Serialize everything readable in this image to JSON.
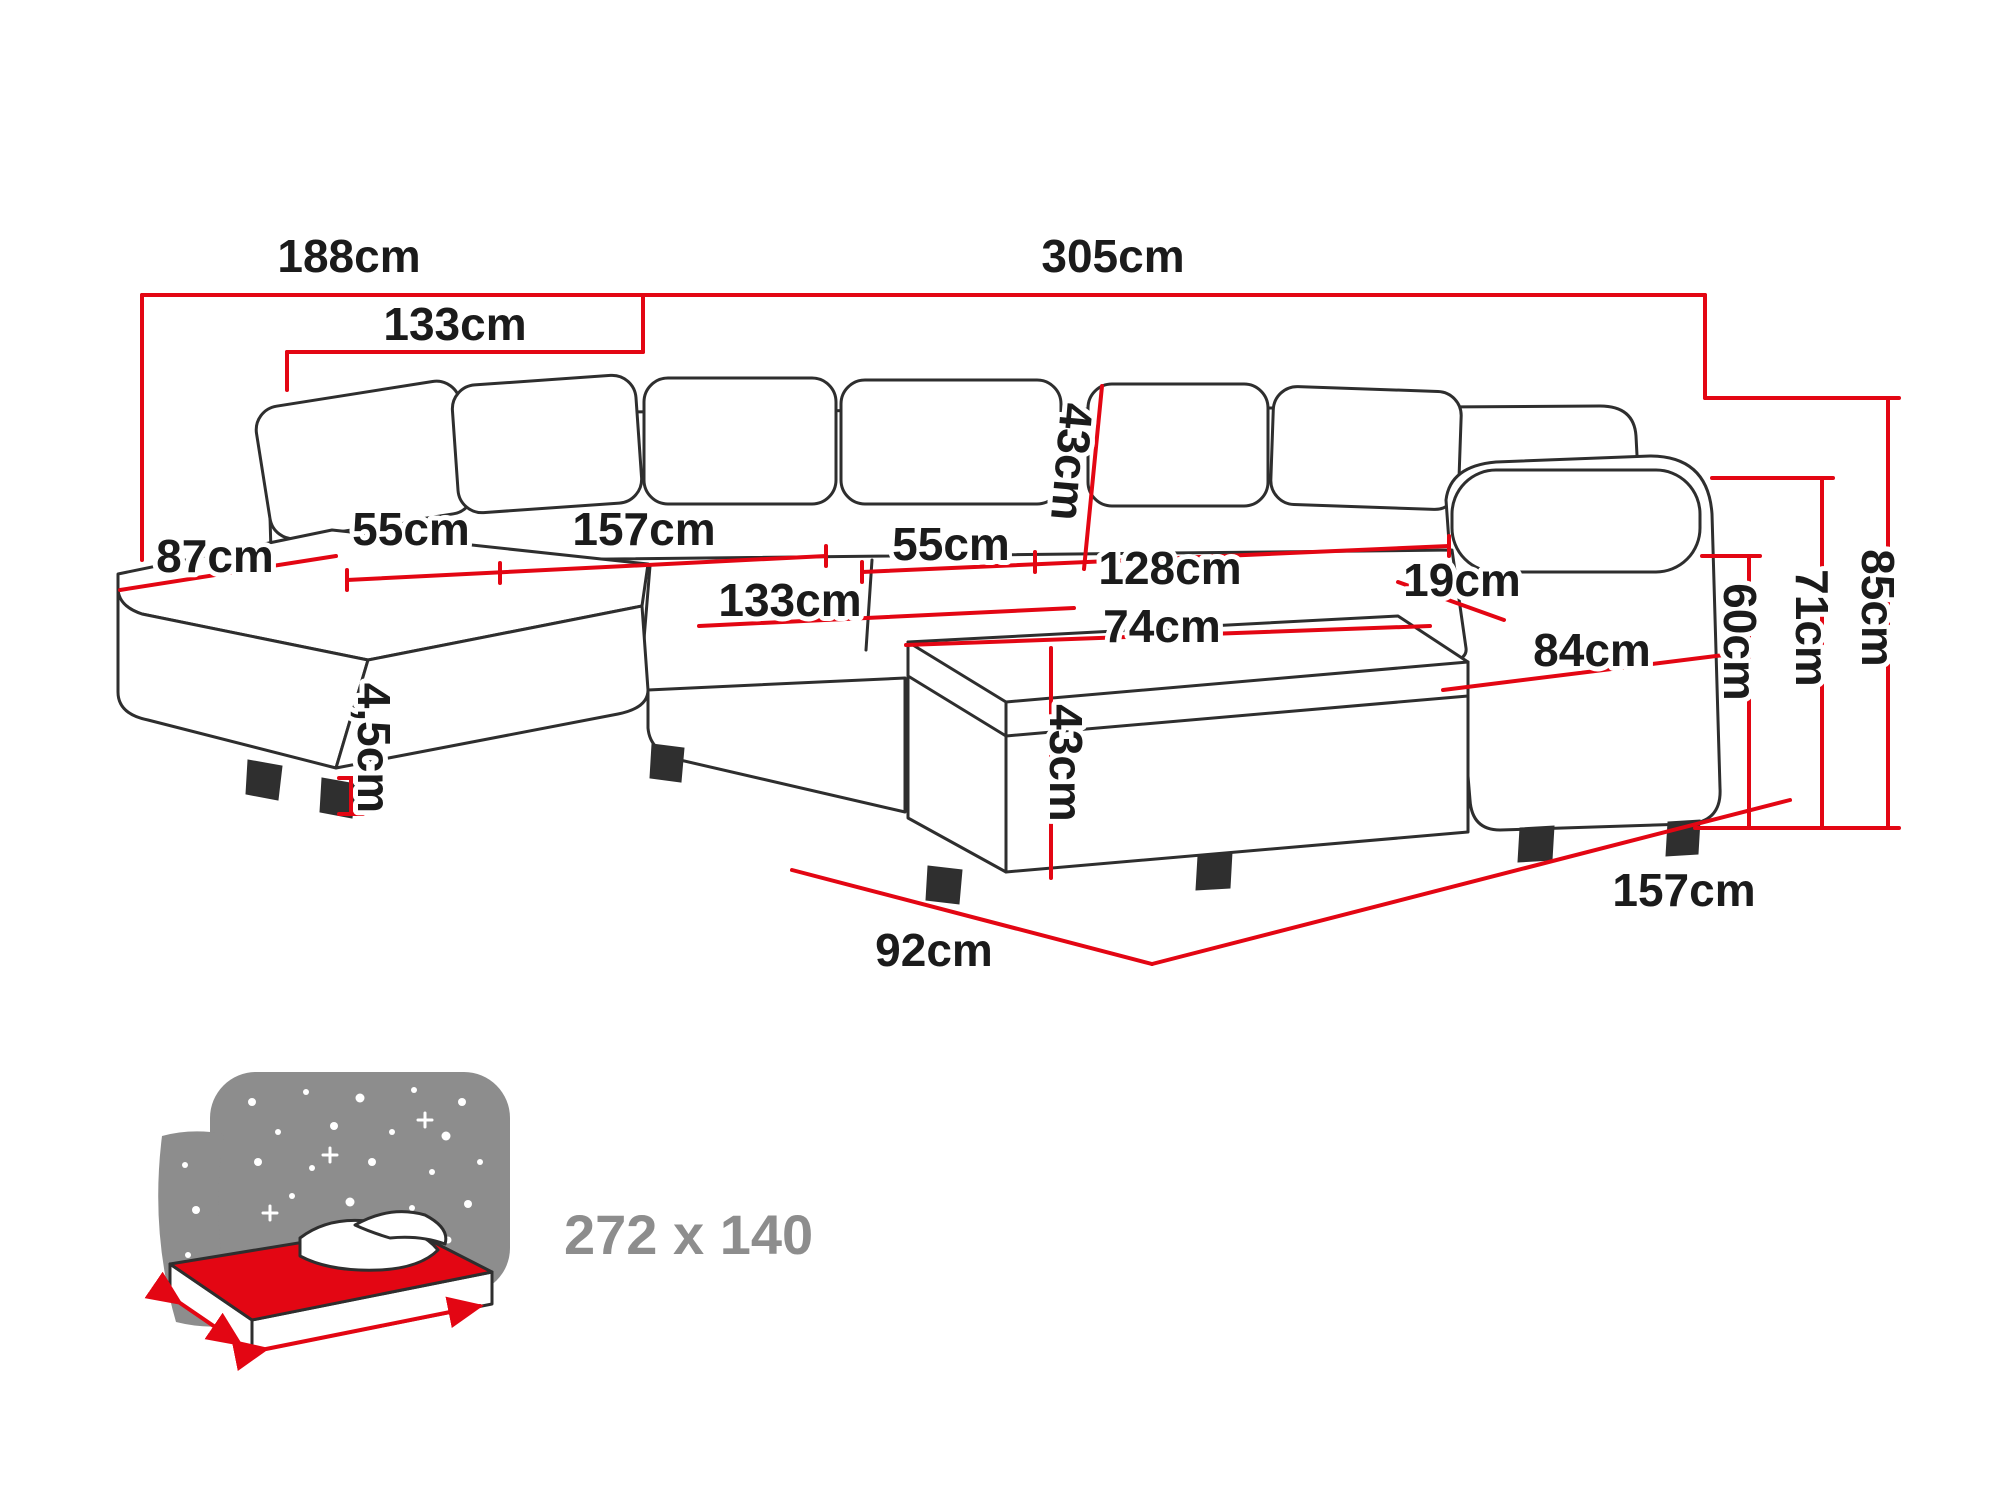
{
  "diagram": {
    "accent_color": "#e30613",
    "outline_color": "#2e2e2e",
    "dims": {
      "w188": "188cm",
      "w305": "305cm",
      "w133_back": "133cm",
      "w87": "87cm",
      "w55_left": "55cm",
      "w157_seat": "157cm",
      "w55_mid": "55cm",
      "h43_back": "43cm",
      "w128": "128cm",
      "w19": "19cm",
      "d133_seat": "133cm",
      "d74": "74cm",
      "w84": "84cm",
      "h43_ottoman": "43cm",
      "h45_leg": "4,5cm",
      "w92": "92cm",
      "d157_right": "157cm",
      "h60": "60cm",
      "h71": "71cm",
      "h85": "85cm"
    },
    "sleeping_area": "272 x 140"
  }
}
